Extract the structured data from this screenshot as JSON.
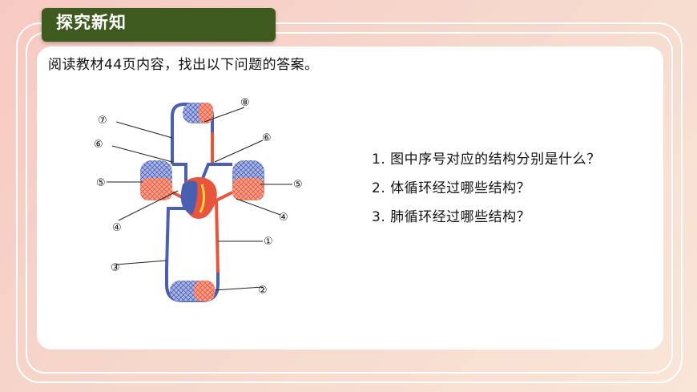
{
  "header": {
    "title": "探究新知"
  },
  "instruction": "阅读教材44页内容，找出以下问题的答案。",
  "questions": [
    "1. 图中序号对应的结构分别是什么？",
    "2. 体循环经过哪些结构？",
    "3. 肺循环经过哪些结构？"
  ],
  "diagram": {
    "labels": {
      "l1": "①",
      "l2": "②",
      "l3": "③",
      "l4_left": "④",
      "l4_right": "④",
      "l5_left": "⑤",
      "l5_right": "⑤",
      "l6_left": "⑥",
      "l6_right": "⑥",
      "l7": "⑦",
      "l8": "⑧"
    }
  },
  "colors": {
    "title_bg": "#3e5a1f",
    "artery": "#e8553a",
    "vein": "#4a5fb0"
  }
}
